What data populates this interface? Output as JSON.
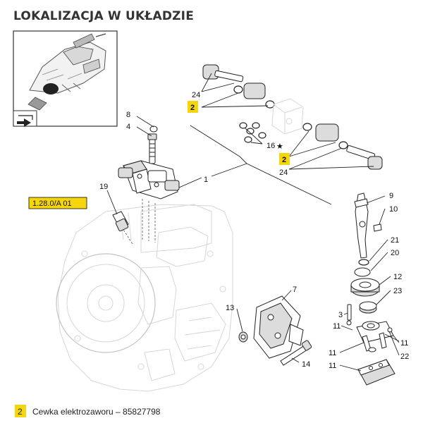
{
  "page": {
    "title": "LOKALIZACJA W UKŁADZIE"
  },
  "reference_box": {
    "label": "1.28.0/A 01",
    "highlight_color": "#f5d60a"
  },
  "callouts": {
    "c1": "1",
    "c2a": "2",
    "c2b": "2",
    "c3": "3",
    "c4": "4",
    "c7": "7",
    "c8": "8",
    "c9": "9",
    "c10": "10",
    "c11a": "11",
    "c11b": "11",
    "c11c": "11",
    "c12": "12",
    "c13": "13",
    "c14": "14",
    "c16": "16",
    "c19": "19",
    "c20": "20",
    "c21": "21",
    "c22": "22",
    "c23": "23",
    "c24a": "24",
    "c24b": "24"
  },
  "legend": {
    "number": "2",
    "text": "Cewka elektrozaworu – 85827798"
  },
  "icons": {
    "thumbnail": "tractor-transmission-thumbnail",
    "star": "star-icon",
    "nav": "manual-arrow-icon"
  }
}
